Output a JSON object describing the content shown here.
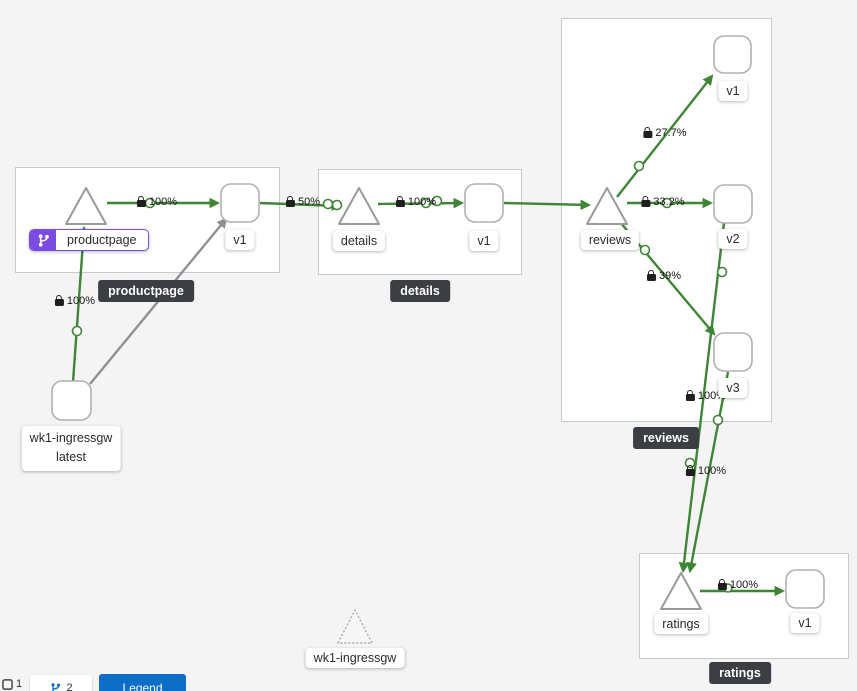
{
  "colors": {
    "background": "#f4f4f4",
    "edge_green": "#3e8635",
    "edge_gray": "#8f9190",
    "badge_purple": "#7b4ae2",
    "tooltip_bg": "#3b3e42",
    "button_blue": "#0d6ec9"
  },
  "graph": {
    "nodes": {
      "productpage_service": "productpage",
      "productpage_v1": "v1",
      "ingress_line1": "wk1-ingressgw",
      "ingress_line2": "latest",
      "details_service": "details",
      "details_v1": "v1",
      "reviews_service": "reviews",
      "reviews_v1": "v1",
      "reviews_v2": "v2",
      "reviews_v3": "v3",
      "ratings_service": "ratings",
      "ratings_v1": "v1",
      "idle_service": "wk1-ingressgw"
    },
    "edge_labels": {
      "ingress_to_productpage": "100%",
      "productpage_to_v1": "100%",
      "v1_to_details": "50%",
      "details_to_v1": "100%",
      "reviews_to_v1": "27.7%",
      "reviews_to_v2": "33.2%",
      "reviews_to_v3": "39%",
      "v2_to_ratings": "100%",
      "v3_to_ratings": "100%",
      "ratings_to_v1": "100%"
    },
    "tooltips": {
      "productpage": "productpage",
      "details": "details",
      "reviews": "reviews",
      "ratings": "ratings"
    }
  },
  "toolbar": {
    "count1": "1",
    "count2": "2",
    "legend_label": "Legend"
  }
}
